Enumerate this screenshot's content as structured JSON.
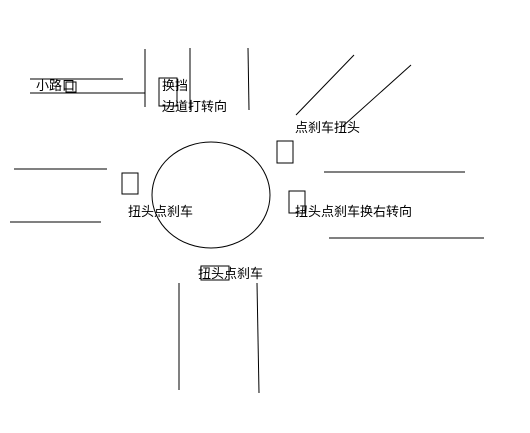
{
  "labels": {
    "small_road": "小路口",
    "change_gear": "换挡",
    "side_signal": "边道打转向",
    "northeast_car": "点刹车扭头",
    "west_car": "扭头点刹车",
    "east_car": "扭头点刹车换右转向",
    "south_car": "扭头点刹车"
  },
  "colors": {
    "stroke": "#000000",
    "background": "#ffffff"
  }
}
